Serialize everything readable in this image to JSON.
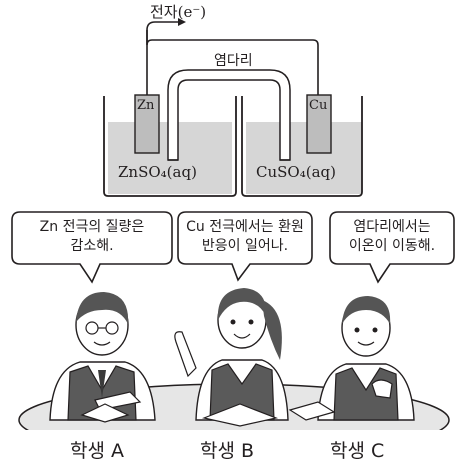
{
  "diagram": {
    "electron_label": "전자(e⁻)",
    "salt_bridge_label": "염다리",
    "left_electrode": "Zn",
    "right_electrode": "Cu",
    "left_solution": "ZnSO₄(aq)",
    "right_solution": "CuSO₄(aq)"
  },
  "bubbles": [
    {
      "line1": "Zn 전극의 질량은",
      "line2": "감소해."
    },
    {
      "line1": "Cu 전극에서는 환원",
      "line2": "반응이 일어나."
    },
    {
      "line1": "염다리에서는",
      "line2": "이온이 이동해."
    }
  ],
  "students": [
    {
      "label": "학생 A"
    },
    {
      "label": "학생 B"
    },
    {
      "label": "학생 C"
    }
  ],
  "colors": {
    "solution": "#d6d6d6",
    "electrode": "#bdbdbd",
    "line": "#231f20"
  }
}
